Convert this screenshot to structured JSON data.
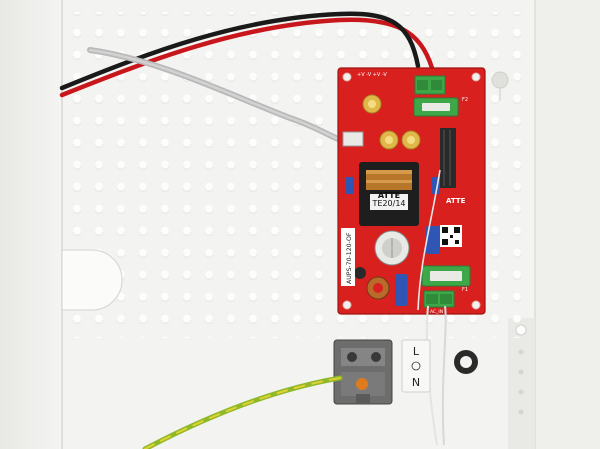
{
  "image": {
    "description_free": true
  },
  "pcb": {
    "brand": "ATTE",
    "brand_right": "ATTE",
    "model": "AUPS-70-120-OF",
    "transformer_label": "TE20/14",
    "fuse_top": "F2",
    "fuse_bottom": "F1",
    "ac_label": "AC_IN",
    "vout_label": "+V  -V  +V  -V"
  },
  "terminal_labels": {
    "l": "L",
    "n": "N"
  },
  "colors": {
    "enclosure": "#f2f2f0",
    "pcb": "#d8201e",
    "terminal_green": "#3ea849",
    "wire_red": "#c8171c",
    "wire_black": "#1a1a1a",
    "wire_gray": "#b5b5b5",
    "earth_green": "#9bbd2a",
    "earth_yellow": "#e5d43a"
  }
}
